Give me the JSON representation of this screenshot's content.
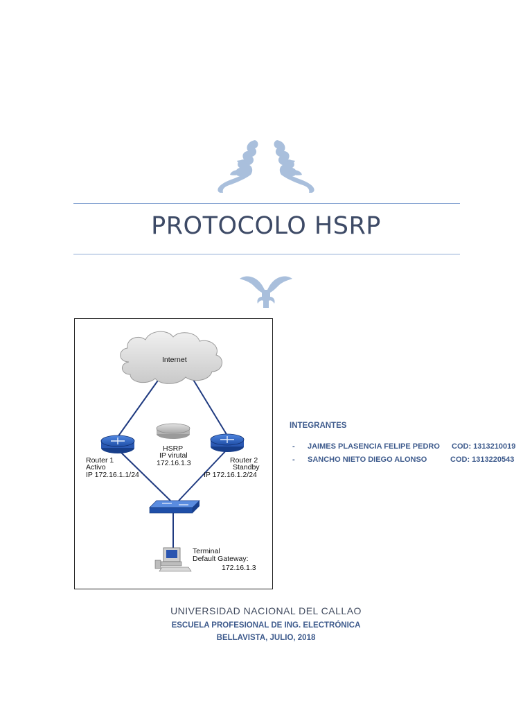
{
  "title": "PROTOCOLO HSRP",
  "diagram": {
    "internet_label": "Internet",
    "hsrp": {
      "line1": "HSRP",
      "line2": "IP virutal",
      "line3": "172.16.1.3"
    },
    "router1": {
      "line1": "Router 1",
      "line2": "Activo",
      "line3": "IP 172.16.1.1/24"
    },
    "router2": {
      "line1": "Router 2",
      "line2": "Standby",
      "line3": "IP 172.16.1.2/24"
    },
    "terminal": {
      "line1": "Terminal",
      "line2": "Default Gateway:",
      "line3": "172.16.1.3"
    }
  },
  "integrantes": {
    "heading": "INTEGRANTES",
    "members": [
      {
        "dash": "-",
        "name": "JAIMES PLASENCIA FELIPE PEDRO",
        "code": "COD: 1313210019"
      },
      {
        "dash": "-",
        "name": "SANCHO NIETO DIEGO ALONSO",
        "code": "COD: 1313220543"
      }
    ]
  },
  "footer": {
    "university": "UNIVERSIDAD NACIONAL DEL CALLAO",
    "school": "ESCUELA PROFESIONAL DE ING. ELECTRÓNICA",
    "place_date": "BELLAVISTA, JULIO, 2018"
  },
  "colors": {
    "accent": "#3d5a8c",
    "ornament": "#a9bfdc",
    "rule": "#8eaad5",
    "router": "#2f5fb8"
  }
}
